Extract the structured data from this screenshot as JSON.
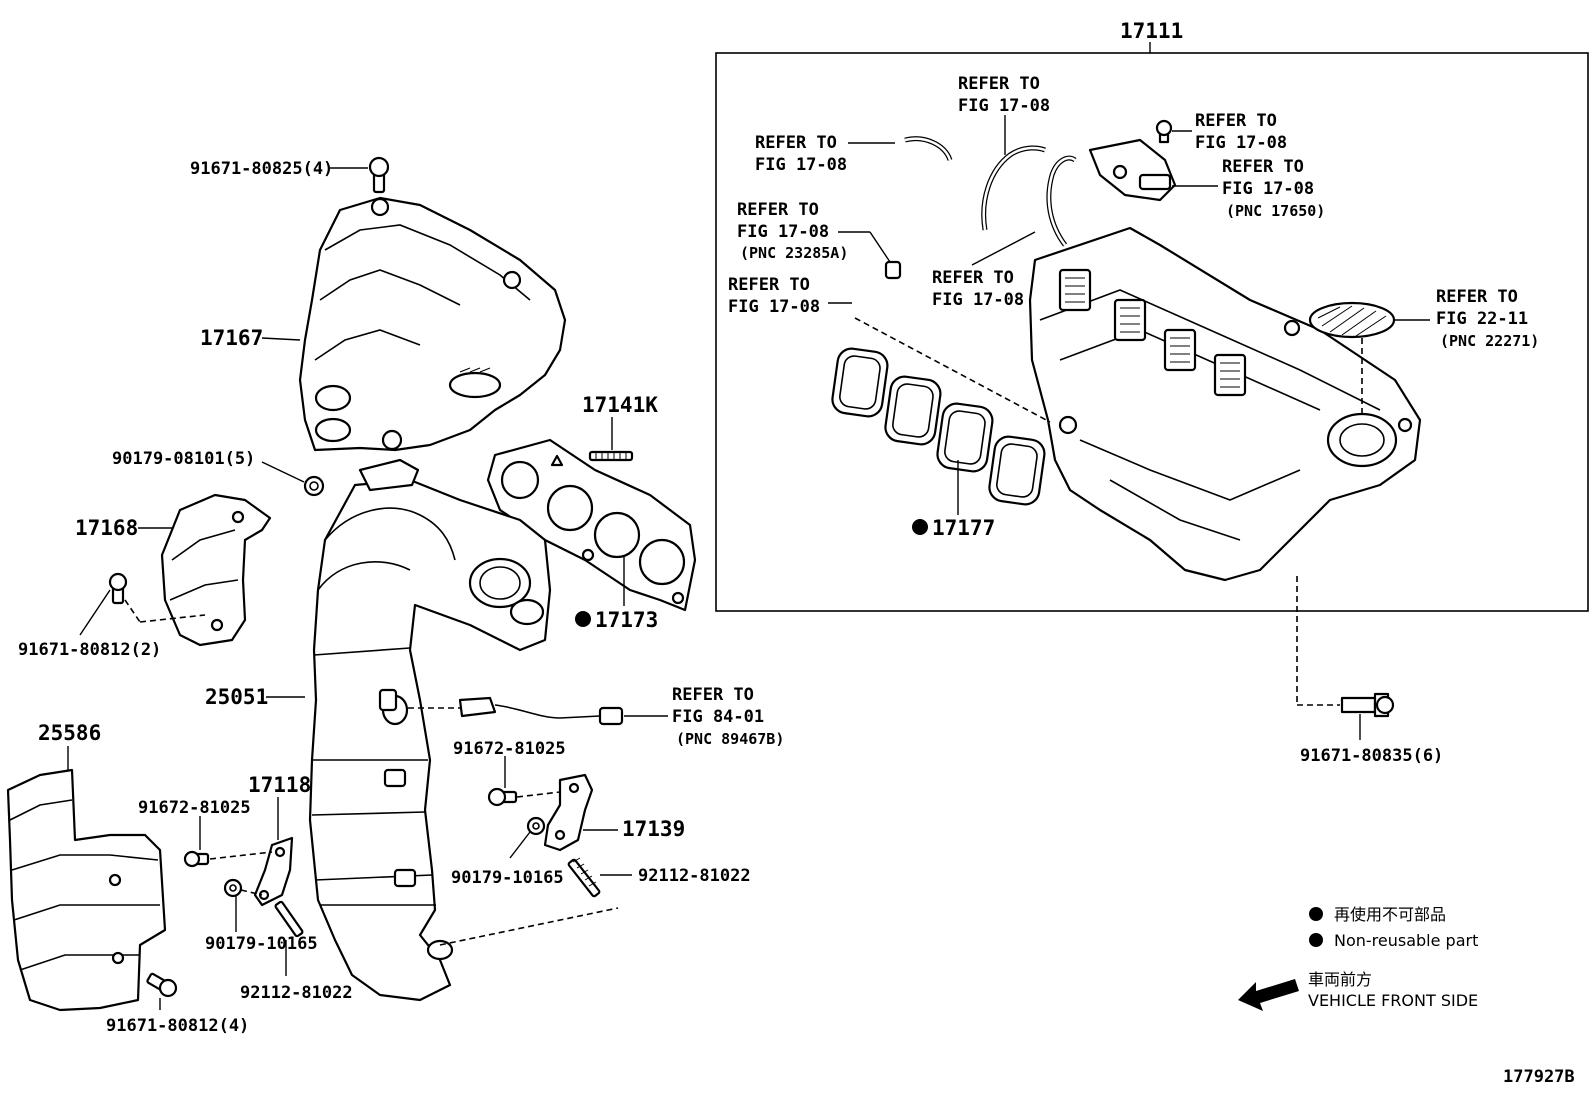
{
  "diagram_id": "177927B",
  "labels": {
    "p17111": "17111",
    "p91671_80825": "91671-80825(4)",
    "p17167": "17167",
    "p17141K": "17141K",
    "p90179_08101": "90179-08101(5)",
    "p17168": "17168",
    "p91671_80812_2": "91671-80812(2)",
    "p17173": "17173",
    "p25051": "25051",
    "p25586": "25586",
    "p17118": "17118",
    "p91672_81025_a": "91672-81025",
    "p91672_81025_b": "91672-81025",
    "p17139": "17139",
    "p90179_10165_a": "90179-10165",
    "p90179_10165_b": "90179-10165",
    "p92112_81022_a": "92112-81022",
    "p92112_81022_b": "92112-81022",
    "p91671_80812_4": "91671-80812(4)",
    "p17177": "17177",
    "p91671_80835": "91671-80835(6)"
  },
  "refs": {
    "r1": {
      "l1": "REFER TO",
      "l2": "FIG 17-08"
    },
    "r2": {
      "l1": "REFER TO",
      "l2": "FIG 17-08"
    },
    "r3": {
      "l1": "REFER TO",
      "l2": "FIG 17-08",
      "l3": "(PNC 23285A)"
    },
    "r4": {
      "l1": "REFER TO",
      "l2": "FIG 17-08"
    },
    "r5": {
      "l1": "REFER TO",
      "l2": "FIG 17-08"
    },
    "r6": {
      "l1": "REFER TO",
      "l2": "FIG 17-08"
    },
    "r7": {
      "l1": "REFER TO",
      "l2": "FIG 17-08",
      "l3": "(PNC 17650)"
    },
    "r8": {
      "l1": "REFER TO",
      "l2": "FIG 22-11",
      "l3": "(PNC 22271)"
    },
    "r9": {
      "l1": "REFER TO",
      "l2": "FIG 84-01",
      "l3": "(PNC 89467B)"
    }
  },
  "legend": {
    "nonreusable_jp": "再使用不可部品",
    "nonreusable_en": "Non-reusable part",
    "front_jp": "車両前方",
    "front_en": "VEHICLE FRONT SIDE"
  }
}
